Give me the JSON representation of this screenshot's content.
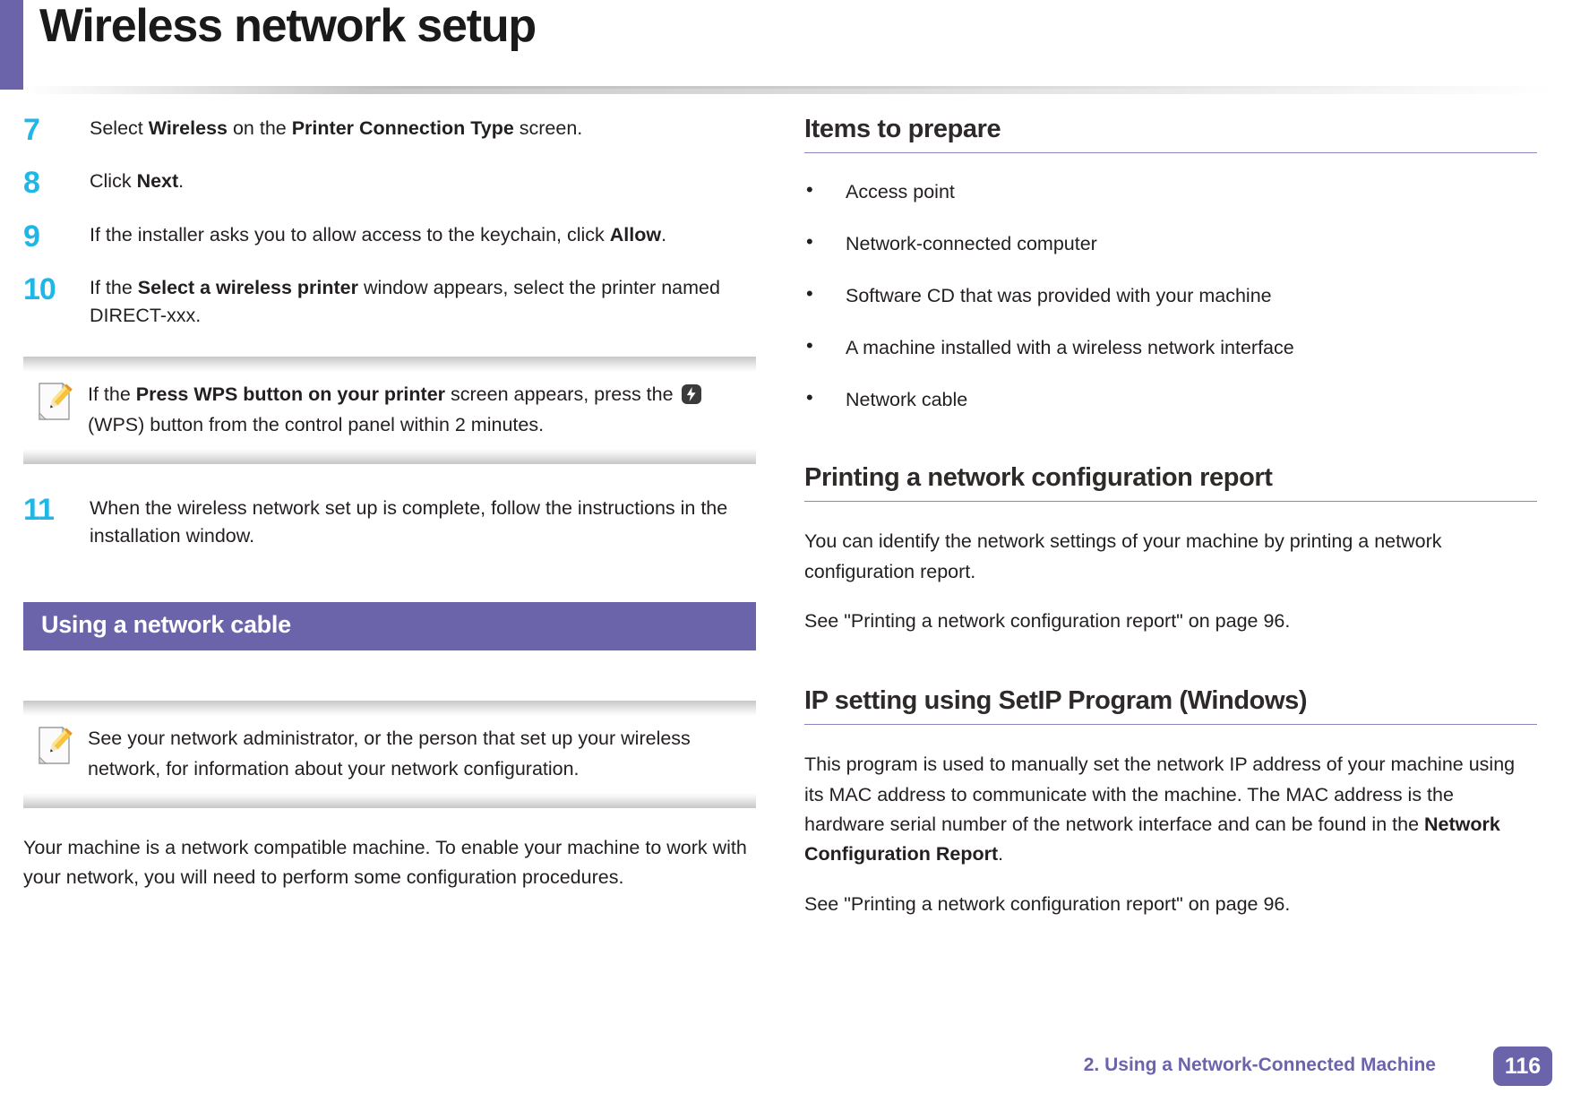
{
  "header": {
    "title": "Wireless network setup",
    "accent_color": "#6b64ab"
  },
  "left_column": {
    "steps": [
      {
        "number": "7",
        "html": "Select <b>Wireless</b> on the <b>Printer Connection Type</b> screen."
      },
      {
        "number": "8",
        "html": "Click <b>Next</b>."
      },
      {
        "number": "9",
        "html": "If the installer asks you to allow access to the keychain, click <b>Allow</b>."
      },
      {
        "number": "10",
        "html": "If the <b>Select a wireless printer</b> window appears, select the printer named DIRECT-xxx."
      }
    ],
    "note_wps": {
      "icon": "note-pencil-icon",
      "html": "If the <b>Press WPS button on your printer</b> screen appears, press the <span class=\"wps-glyph\" data-name=\"wps-icon\" data-interactable=\"false\"><svg viewBox=\"0 0 24 24\" width=\"24\" height=\"24\"><rect x=\"1\" y=\"1\" width=\"22\" height=\"22\" rx=\"6\" fill=\"#3a3a3a\"/><path d=\"M12.6 4 L6.8 13.1 H11 L9.6 20 L16.6 10.3 H12.2 Z\" fill=\"#ffffff\"/></svg></span> (WPS) button from the control panel within 2 minutes."
    },
    "step_11": {
      "number": "11",
      "html": "When the wireless network set up is complete, follow the instructions in the installation window."
    },
    "band_label": "Using a network cable",
    "note_admin": {
      "icon": "note-pencil-icon",
      "html": "See your network administrator, or the person that set up your wireless network, for information about your network configuration."
    },
    "closing_paragraph": "Your machine is a network compatible machine. To enable your machine to work with your network, you will need to perform some configuration procedures."
  },
  "right_column": {
    "sections": [
      {
        "heading": "Items to prepare",
        "bullets": [
          "Access point",
          "Network-connected computer",
          "Software CD that was provided with your machine",
          "A machine installed with a wireless network interface",
          "Network cable"
        ]
      },
      {
        "heading": "Printing a network configuration report",
        "paragraphs": [
          "You can identify the network settings of your machine by printing a network configuration report.",
          "See \"Printing a network configuration report\" on page 96."
        ]
      },
      {
        "heading": "IP setting using SetIP Program (Windows)",
        "paragraphs_html": [
          "This program is used to manually set the network IP address of your machine using its MAC address to communicate with the machine. The MAC address is the hardware serial number of the network interface and can be found in the <b>Network Configuration Report</b>.",
          "See \"Printing a network configuration report\" on page 96."
        ]
      }
    ]
  },
  "footer": {
    "chapter": "2.  Using a Network-Connected Machine",
    "page_number": "116",
    "accent_color": "#6b64ab"
  }
}
